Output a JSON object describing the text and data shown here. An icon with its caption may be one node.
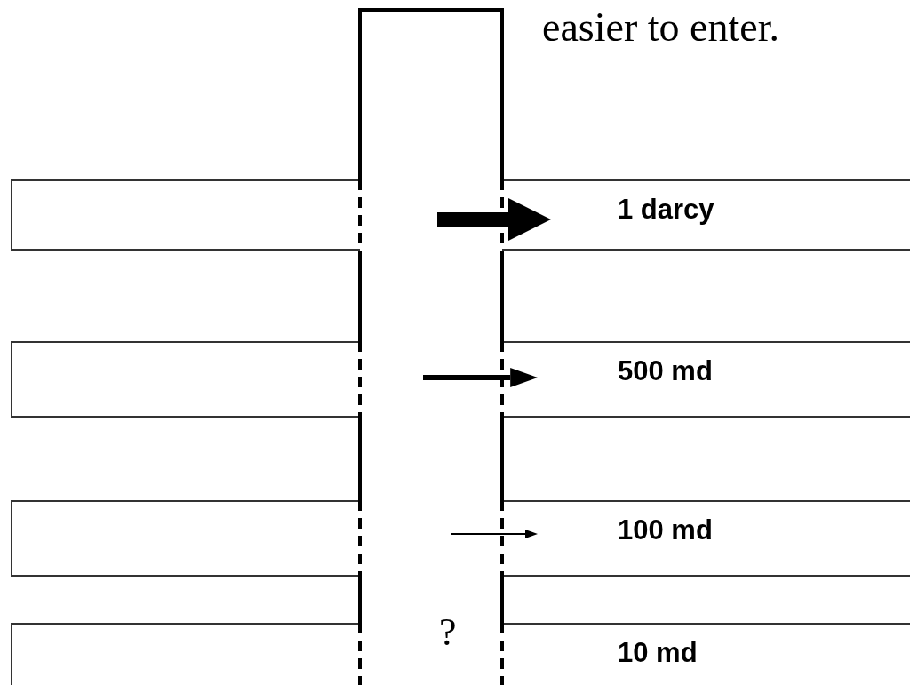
{
  "diagram": {
    "nodes": [
      {
        "text": [
          "?"
        ]
      },
      {
        "text": [],
        "shape": "bar"
      },
      {
        "text": [
          "1 darcy"
        ]
      },
      {
        "text": [],
        "shape": "bar"
      },
      {
        "text": [
          "500 md"
        ]
      },
      {
        "text": [],
        "shape": "bar"
      },
      {
        "text": [
          "100 md"
        ]
      },
      {
        "text": [],
        "shape": "bar"
      },
      {
        "text": [
          "10 md"
        ]
      }
    ],
    "edges": [
      {
        "from": 0,
        "to": 2,
        "arrow": "to",
        "style": "thick"
      },
      {
        "from": 0,
        "to": 4,
        "arrow": "to"
      },
      {
        "from": 0,
        "to": 6,
        "arrow": "to"
      }
    ],
    "labels": [
      "easier to enter."
    ]
  }
}
